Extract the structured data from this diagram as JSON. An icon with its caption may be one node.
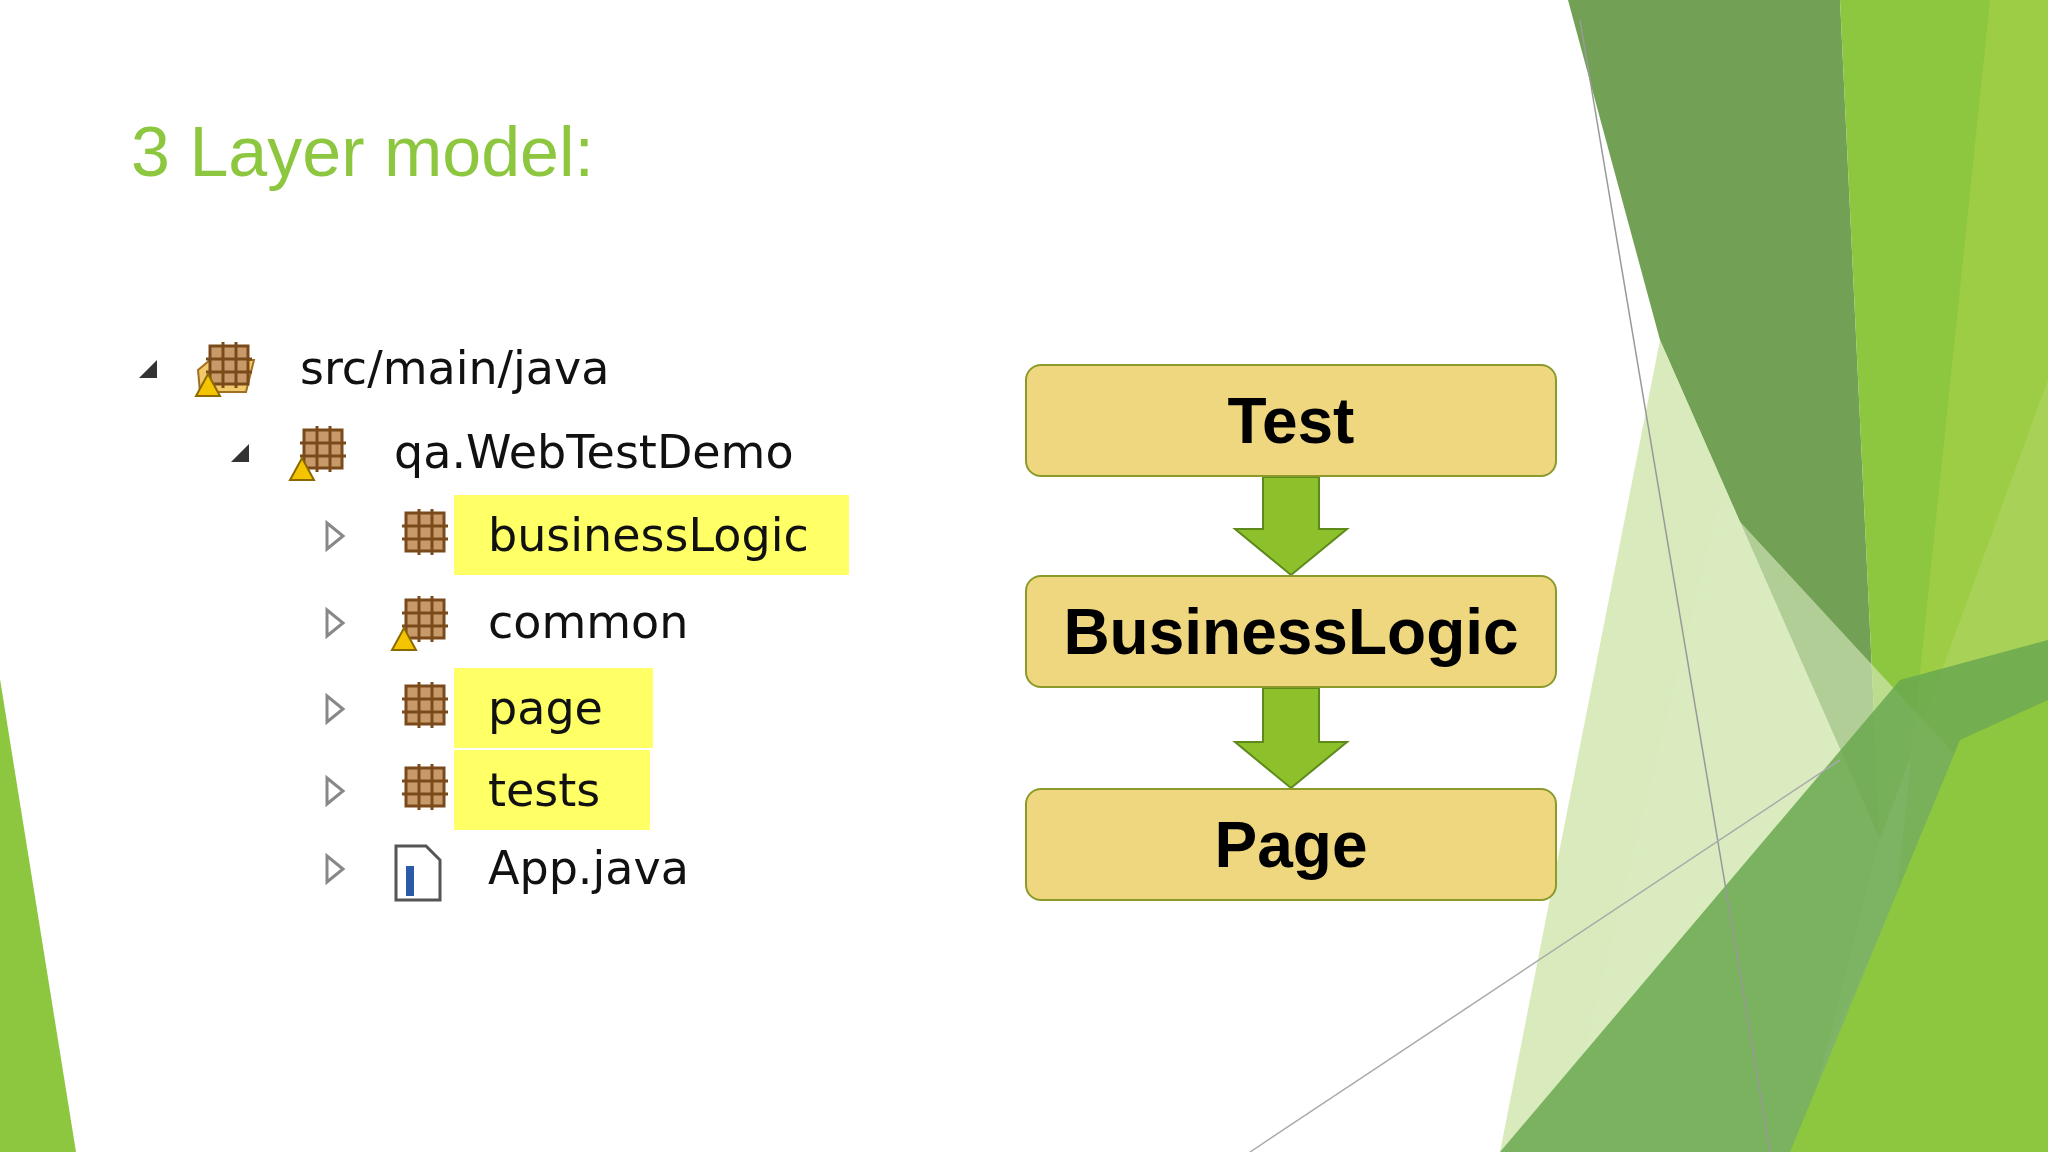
{
  "diagram": {
    "title": "3 Layer model:",
    "nodes": [
      {
        "text": [
          "Test"
        ]
      },
      {
        "text": [
          "BusinessLogic"
        ]
      },
      {
        "text": [
          "Page"
        ]
      }
    ],
    "edges": [
      {
        "from": 0,
        "to": 1,
        "arrow": "to"
      },
      {
        "from": 1,
        "to": 2,
        "arrow": "to"
      }
    ],
    "labels": [
      "src/main/java",
      "qa.WebTestDemo",
      "businessLogic",
      "common",
      "page",
      "tests",
      "App.java"
    ]
  }
}
